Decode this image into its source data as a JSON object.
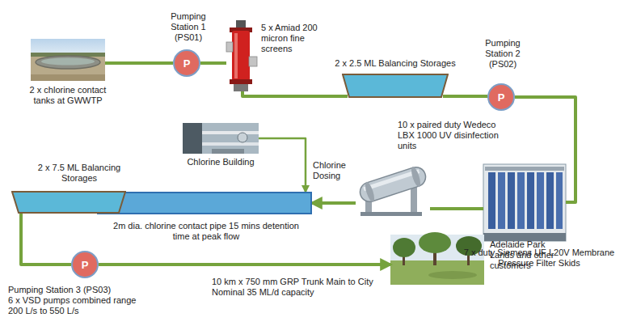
{
  "diagram": {
    "nodes": [
      {
        "text": [
          "2 x chlorine contact tanks at GWWTP"
        ]
      },
      {
        "text": [
          "Pumping Station 1 (PS01)",
          "P"
        ]
      },
      {
        "text": [
          "5 x Amiad 200 micron fine screens"
        ]
      },
      {
        "text": [
          "2 x 2.5 ML Balancing Storages"
        ]
      },
      {
        "text": [
          "Pumping Station 2 (PS02)",
          "P"
        ]
      },
      {
        "text": [
          "7 x duty Siemens UF L20V Membrane Pressure Filter Skids"
        ]
      },
      {
        "text": [
          "10 x paired duty Wedeco LBX 1000 UV disinfection units"
        ]
      },
      {
        "text": [
          "Chlorine Building"
        ]
      },
      {
        "text": [
          "2m dia. chlorine contact pipe 15 mins detention time at peak flow"
        ]
      },
      {
        "text": [
          "2 x 7.5 ML Balancing Storages"
        ]
      },
      {
        "text": [
          "P",
          "Pumping Station 3 (PS03)",
          "6 x VSD pumps combined range 200 L/s to 550 L/s"
        ]
      },
      {
        "text": [
          "Adelaide Park Lands and other customers"
        ]
      }
    ],
    "edges": [
      {
        "from": 0,
        "to": 1,
        "arrow": "none"
      },
      {
        "from": 1,
        "to": 2,
        "arrow": "none"
      },
      {
        "from": 2,
        "to": 3,
        "arrow": "none"
      },
      {
        "from": 3,
        "to": 4,
        "arrow": "none"
      },
      {
        "from": 4,
        "to": 5,
        "arrow": "none"
      },
      {
        "from": 5,
        "to": 6,
        "arrow": "none"
      },
      {
        "from": 6,
        "to": 8,
        "arrow": "to"
      },
      {
        "from": 7,
        "to": 8,
        "arrow": "to",
        "label": "Chlorine Dosing"
      },
      {
        "from": 8,
        "to": 9,
        "arrow": "none"
      },
      {
        "from": 9,
        "to": 10,
        "arrow": "none"
      },
      {
        "from": 10,
        "to": 11,
        "arrow": "to",
        "label": "10 km x 750 mm GRP Trunk Main to City Nominal 35 ML/d capacity"
      }
    ]
  }
}
